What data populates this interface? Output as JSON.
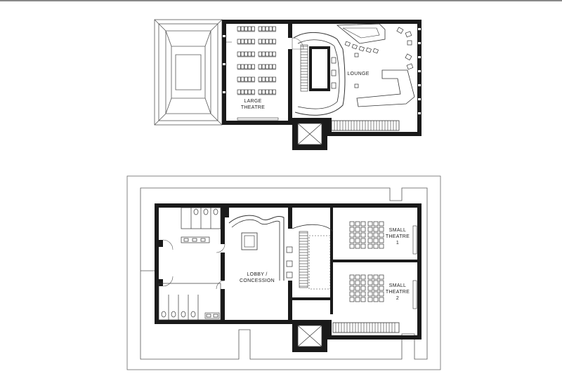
{
  "plans": {
    "upper_floor": {
      "rooms": {
        "large_theatre": [
          "LARGE",
          "THEATRE"
        ],
        "lounge": "LOUNGE"
      }
    },
    "ground_floor": {
      "rooms": {
        "lobby": [
          "LOBBY /",
          "CONCESSION"
        ],
        "small_theatre_1": [
          "SMALL",
          "THEATRE",
          "1"
        ],
        "small_theatre_2": [
          "SMALL",
          "THEATRE",
          "2"
        ]
      }
    }
  }
}
